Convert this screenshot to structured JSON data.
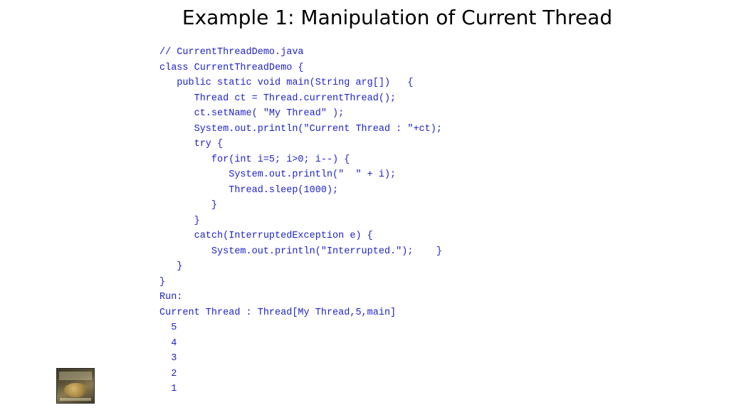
{
  "slide": {
    "title": "Example 1: Manipulation of Current Thread",
    "code_lines": [
      "// CurrentThreadDemo.java",
      "class CurrentThreadDemo {",
      "   public static void main(String arg[])   {",
      "      Thread ct = Thread.currentThread();",
      "      ct.setName( \"My Thread\" );",
      "      System.out.println(\"Current Thread : \"+ct);",
      "      try {",
      "         for(int i=5; i>0; i--) {",
      "            System.out.println(\"  \" + i);",
      "            Thread.sleep(1000);",
      "         }",
      "      }",
      "      catch(InterruptedException e) {",
      "         System.out.println(\"Interrupted.\");    }",
      "   }",
      "}",
      "Run:",
      "Current Thread : Thread[My Thread,5,main]",
      "  5",
      "  4",
      "  3",
      "  2",
      "  1"
    ]
  },
  "colors": {
    "code": "#1f24c8",
    "title": "#000000"
  }
}
